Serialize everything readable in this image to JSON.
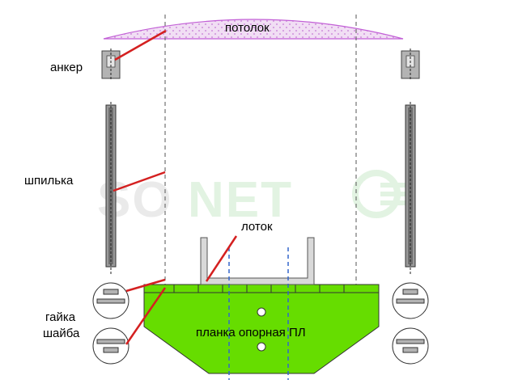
{
  "labels": {
    "ceiling": "потолок",
    "anchor": "анкер",
    "rod": "шпилька",
    "tray": "лоток",
    "nut": "гайка",
    "washer": "шайба",
    "plate": "планка опорная ПЛ"
  },
  "watermark": "SONET",
  "colors": {
    "ceiling_fill": "#e7c6ee",
    "ceiling_stroke": "#c25fd6",
    "plate_fill": "#66dd00",
    "leader_line": "#d42020",
    "tray_fill": "#d9d9d9",
    "anchor_fill": "#b3b3b3",
    "rod_fill": "#8c8c8c",
    "axis_line": "#3366cc",
    "watermark_color": "#e3f4e3"
  }
}
